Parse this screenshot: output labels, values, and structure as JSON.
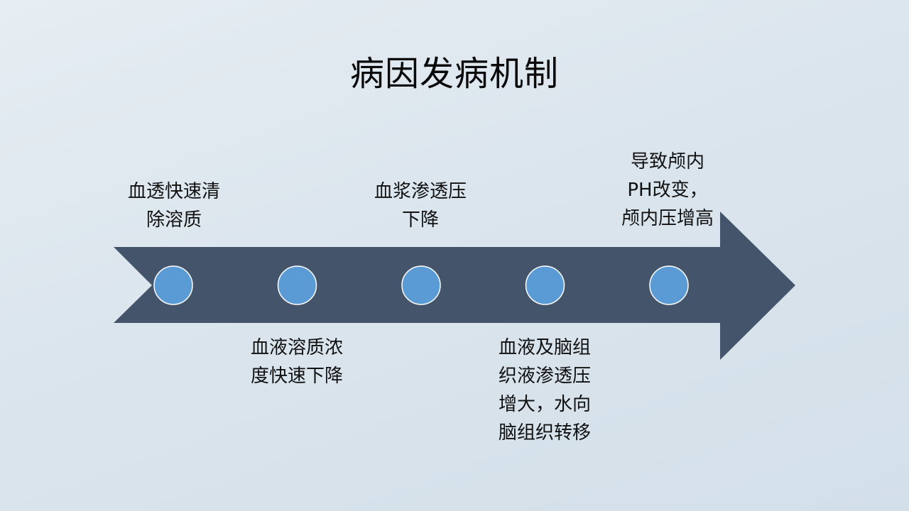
{
  "slide": {
    "title": "病因发病机制"
  },
  "colors": {
    "arrow": "#44546a",
    "node_fill": "#5b9bd5",
    "node_stroke": "#ffffff",
    "text": "#111111"
  },
  "steps": [
    {
      "position": "above",
      "lines": [
        "血透快速清",
        "除溶质"
      ]
    },
    {
      "position": "below",
      "lines": [
        "血液溶质浓",
        "度快速下降"
      ]
    },
    {
      "position": "above",
      "lines": [
        "血浆渗透压",
        "下降"
      ]
    },
    {
      "position": "below",
      "lines": [
        "血液及脑组",
        "织液渗透压",
        "增大，水向",
        "脑组织转移"
      ]
    },
    {
      "position": "above",
      "lines": [
        "导致颅内",
        "PH改变，",
        "颅内压增高"
      ]
    }
  ]
}
